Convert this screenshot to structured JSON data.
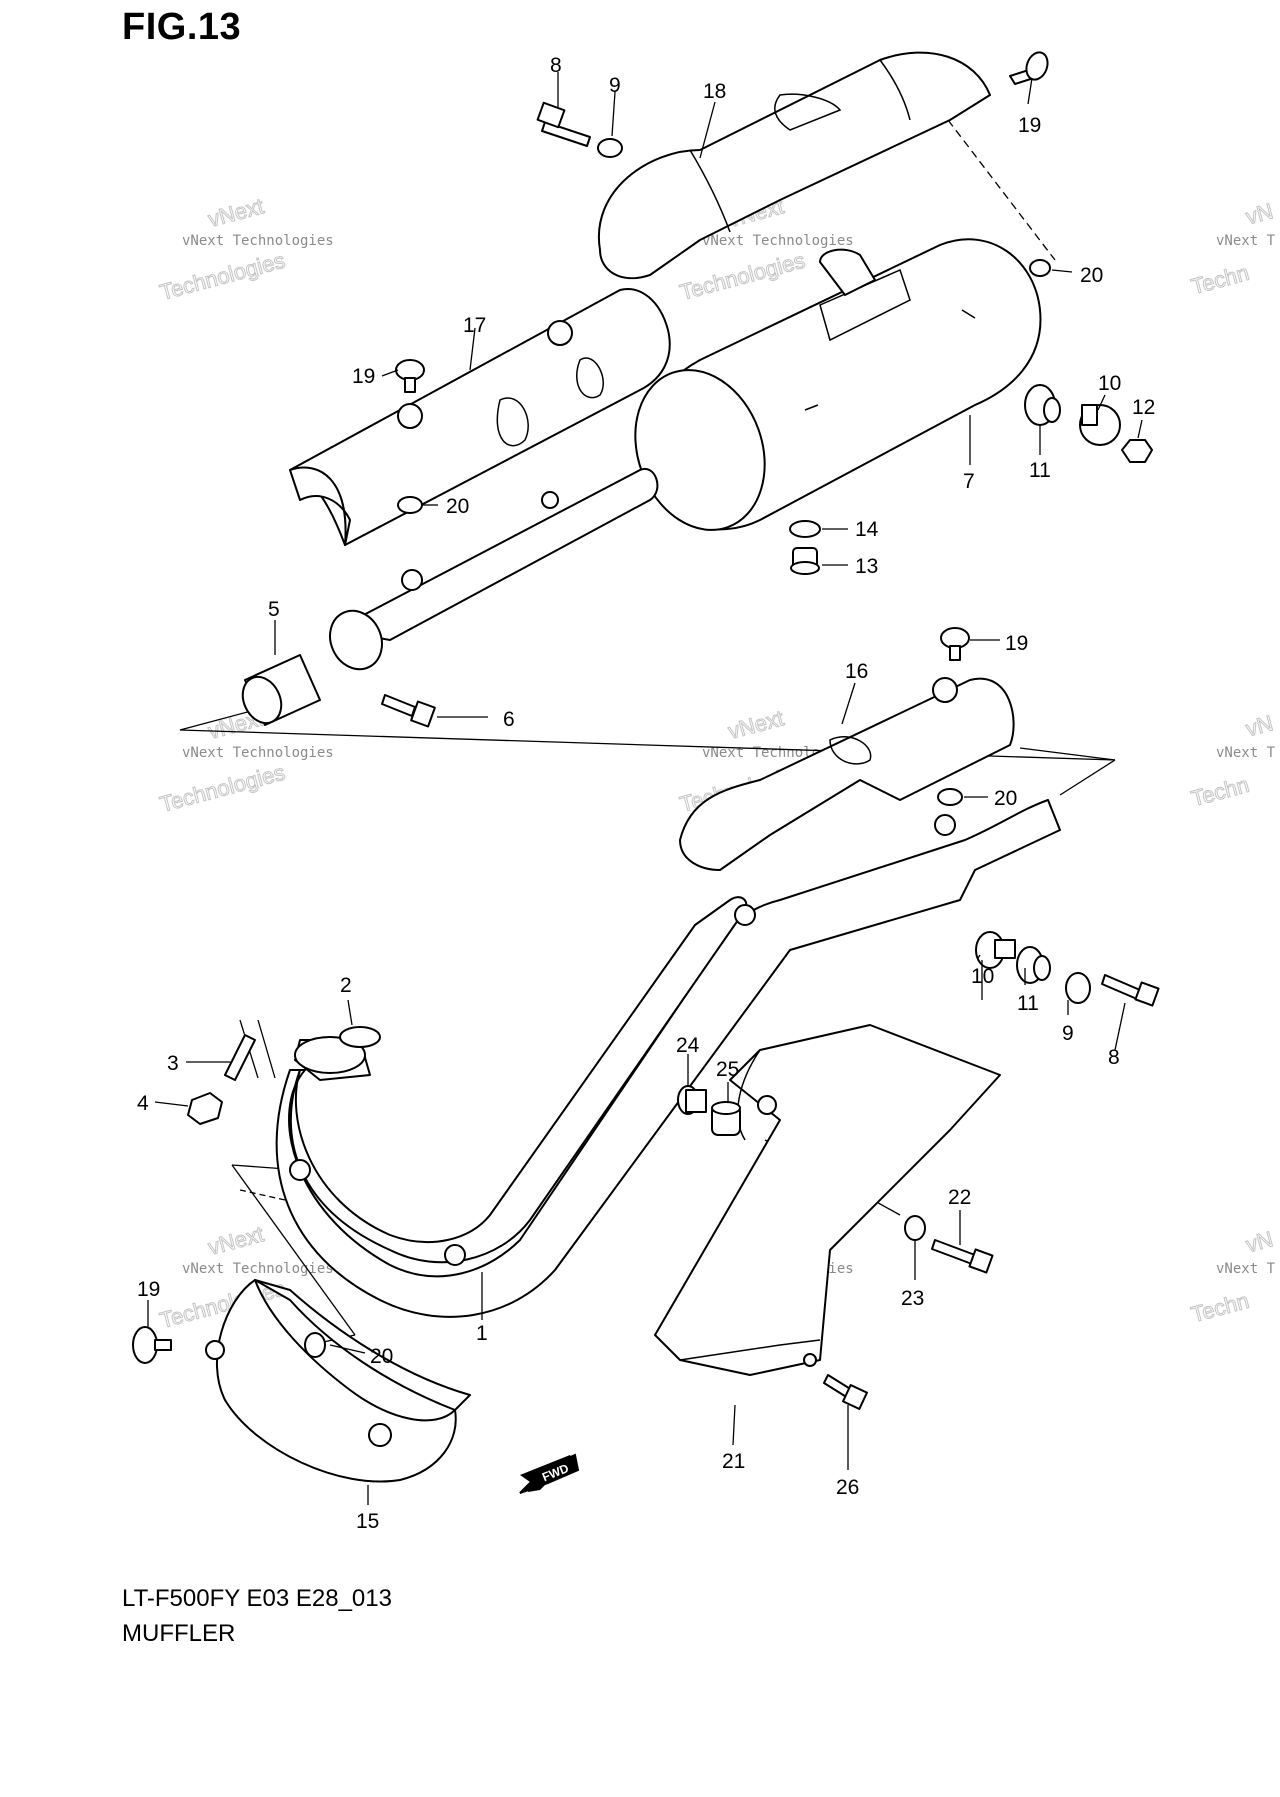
{
  "figure": {
    "title": "FIG.13",
    "model_code": "LT-F500FY E03 E28_013",
    "name": "MUFFLER"
  },
  "watermark": {
    "line1": "vNext",
    "line2": "vNext Technologies",
    "line3": "Technologies",
    "edge1": "vN",
    "edge2": "vNext T",
    "edge3": "Techn"
  },
  "fwd_label": "FWD",
  "callouts": {
    "c1": "1",
    "c2": "2",
    "c3": "3",
    "c4": "4",
    "c5": "5",
    "c6": "6",
    "c7": "7",
    "c8a": "8",
    "c8b": "8",
    "c9a": "9",
    "c9b": "9",
    "c10a": "10",
    "c10b": "10",
    "c11a": "11",
    "c11b": "11",
    "c12": "12",
    "c13": "13",
    "c14": "14",
    "c15": "15",
    "c16": "16",
    "c17": "17",
    "c18": "18",
    "c19a": "19",
    "c19b": "19",
    "c19c": "19",
    "c19d": "19",
    "c20a": "20",
    "c20b": "20",
    "c20c": "20",
    "c20d": "20",
    "c21": "21",
    "c22": "22",
    "c23": "23",
    "c24": "24",
    "c25": "25",
    "c26": "26"
  }
}
